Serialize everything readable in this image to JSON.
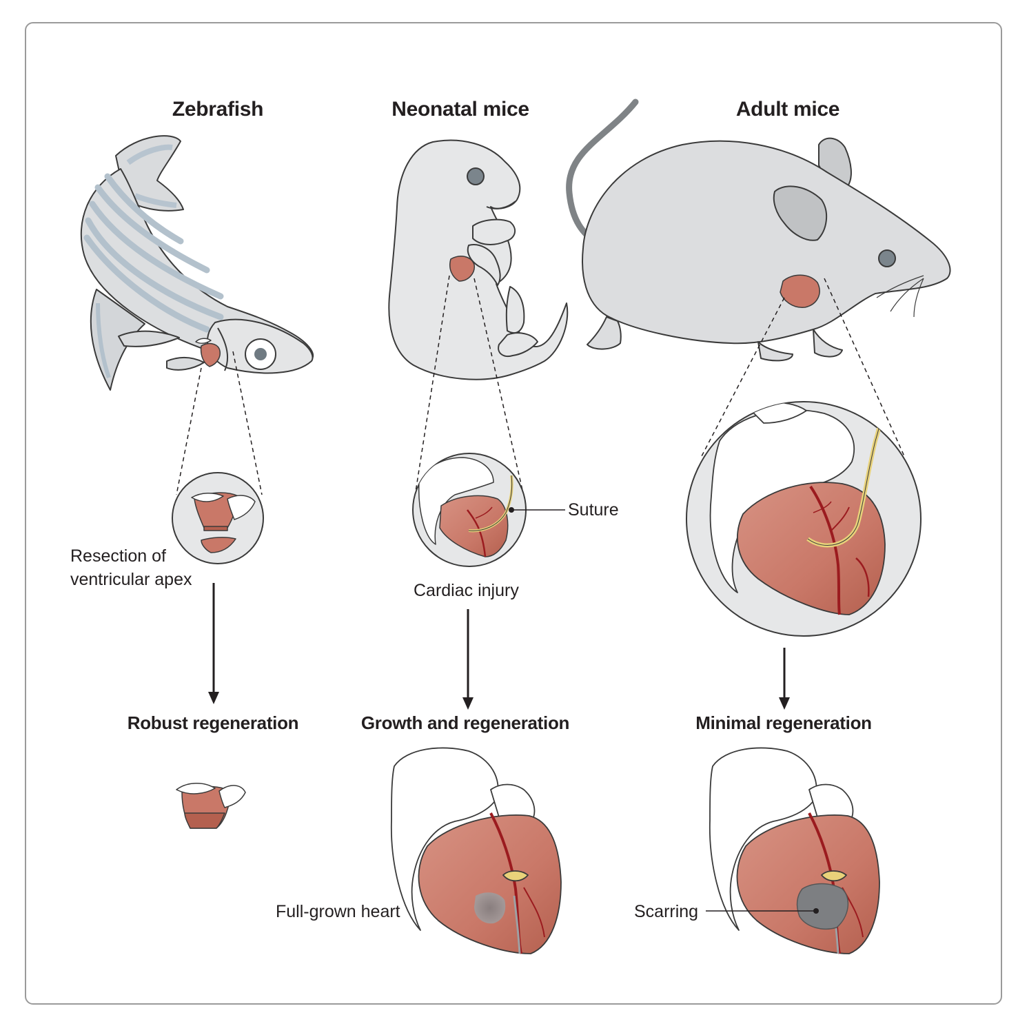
{
  "columns": [
    {
      "title": "Zebrafish",
      "procedure": "Resection of ventricular apex",
      "procedure_lines": [
        "Resection of",
        "ventricular apex"
      ],
      "outcome": "Robust regeneration"
    },
    {
      "title": "Neonatal mice",
      "procedure": "Cardiac injury",
      "callout": "Suture",
      "outcome": "Growth and regeneration",
      "result_label": "Full-grown heart"
    },
    {
      "title": "Adult mice",
      "outcome": "Minimal regeneration",
      "result_label": "Scarring"
    }
  ],
  "colors": {
    "heart": "#c97868",
    "heart_dark": "#a85545",
    "vessel": "#9b1b1f",
    "suture": "#e8d27a",
    "body_gray": "#d9dbdd",
    "outline": "#3a3a3a",
    "scar": "#7d7f82",
    "frame": "#9a9a9a"
  }
}
